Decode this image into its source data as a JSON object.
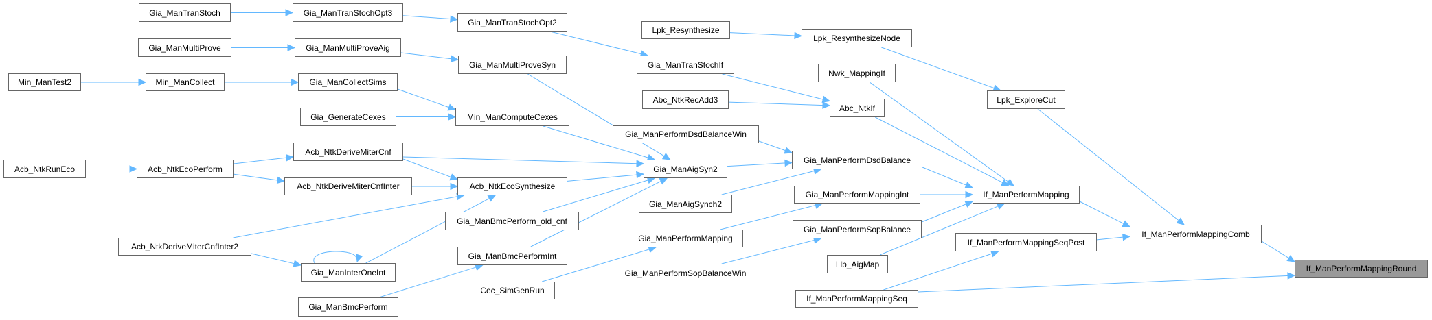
{
  "graph": {
    "edge_color": "#63b8ff",
    "current_fill": "#999999",
    "nodes": [
      {
        "label": "Gia_ManTranStoch"
      },
      {
        "label": "Gia_ManTranStochOpt3"
      },
      {
        "label": "Gia_ManMultiProve"
      },
      {
        "label": "Gia_ManMultiProveAig"
      },
      {
        "label": "Min_ManTest2"
      },
      {
        "label": "Min_ManCollect"
      },
      {
        "label": "Gia_ManCollectSims"
      },
      {
        "label": "Gia_GenerateCexes"
      },
      {
        "label": "Acb_NtkDeriveMiterCnf"
      },
      {
        "label": "Acb_NtkRunEco"
      },
      {
        "label": "Acb_NtkEcoPerform"
      },
      {
        "label": "Acb_NtkDeriveMiterCnfInter"
      },
      {
        "label": "Acb_NtkDeriveMiterCnfInter2"
      },
      {
        "label": "Gia_ManInterOneInt"
      },
      {
        "label": "Gia_ManBmcPerform"
      },
      {
        "label": "Gia_ManTranStochOpt2"
      },
      {
        "label": "Gia_ManMultiProveSyn"
      },
      {
        "label": "Min_ManComputeCexes"
      },
      {
        "label": "Acb_NtkEcoSynthesize"
      },
      {
        "label": "Gia_ManBmcPerform_old_cnf"
      },
      {
        "label": "Gia_ManBmcPerformInt"
      },
      {
        "label": "Cec_SimGenRun"
      },
      {
        "label": "Lpk_Resynthesize"
      },
      {
        "label": "Gia_ManTranStochIf"
      },
      {
        "label": "Abc_NtkRecAdd3"
      },
      {
        "label": "Gia_ManPerformDsdBalanceWin"
      },
      {
        "label": "Gia_ManAigSyn2"
      },
      {
        "label": "Gia_ManAigSynch2"
      },
      {
        "label": "Gia_ManPerformMapping"
      },
      {
        "label": "Gia_ManPerformSopBalanceWin"
      },
      {
        "label": "Lpk_ResynthesizeNode"
      },
      {
        "label": "Nwk_MappingIf"
      },
      {
        "label": "Abc_NtkIf"
      },
      {
        "label": "Gia_ManPerformDsdBalance"
      },
      {
        "label": "Gia_ManPerformMappingInt"
      },
      {
        "label": "Gia_ManPerformSopBalance"
      },
      {
        "label": "Llb_AigMap"
      },
      {
        "label": "If_ManPerformMappingSeq"
      },
      {
        "label": "Lpk_ExploreCut"
      },
      {
        "label": "If_ManPerformMapping"
      },
      {
        "label": "If_ManPerformMappingSeqPost"
      },
      {
        "label": "If_ManPerformMappingComb"
      },
      {
        "label": "If_ManPerformMappingRound",
        "current": true
      }
    ],
    "edges": [
      [
        0,
        1
      ],
      [
        1,
        15
      ],
      [
        15,
        23
      ],
      [
        2,
        3
      ],
      [
        3,
        16
      ],
      [
        16,
        26
      ],
      [
        4,
        5
      ],
      [
        5,
        6
      ],
      [
        6,
        17
      ],
      [
        7,
        17
      ],
      [
        17,
        26
      ],
      [
        9,
        10
      ],
      [
        10,
        8
      ],
      [
        10,
        11
      ],
      [
        8,
        26
      ],
      [
        8,
        18
      ],
      [
        11,
        18
      ],
      [
        12,
        18
      ],
      [
        12,
        13
      ],
      [
        13,
        13
      ],
      [
        13,
        18
      ],
      [
        18,
        26
      ],
      [
        19,
        26
      ],
      [
        20,
        26
      ],
      [
        14,
        20
      ],
      [
        21,
        28
      ],
      [
        22,
        30
      ],
      [
        30,
        38
      ],
      [
        23,
        32
      ],
      [
        24,
        32
      ],
      [
        32,
        39
      ],
      [
        31,
        39
      ],
      [
        25,
        33
      ],
      [
        26,
        33
      ],
      [
        27,
        33
      ],
      [
        33,
        39
      ],
      [
        28,
        34
      ],
      [
        34,
        39
      ],
      [
        29,
        35
      ],
      [
        35,
        39
      ],
      [
        36,
        39
      ],
      [
        37,
        40
      ],
      [
        37,
        42
      ],
      [
        39,
        41
      ],
      [
        38,
        41
      ],
      [
        40,
        41
      ],
      [
        41,
        42
      ]
    ]
  }
}
